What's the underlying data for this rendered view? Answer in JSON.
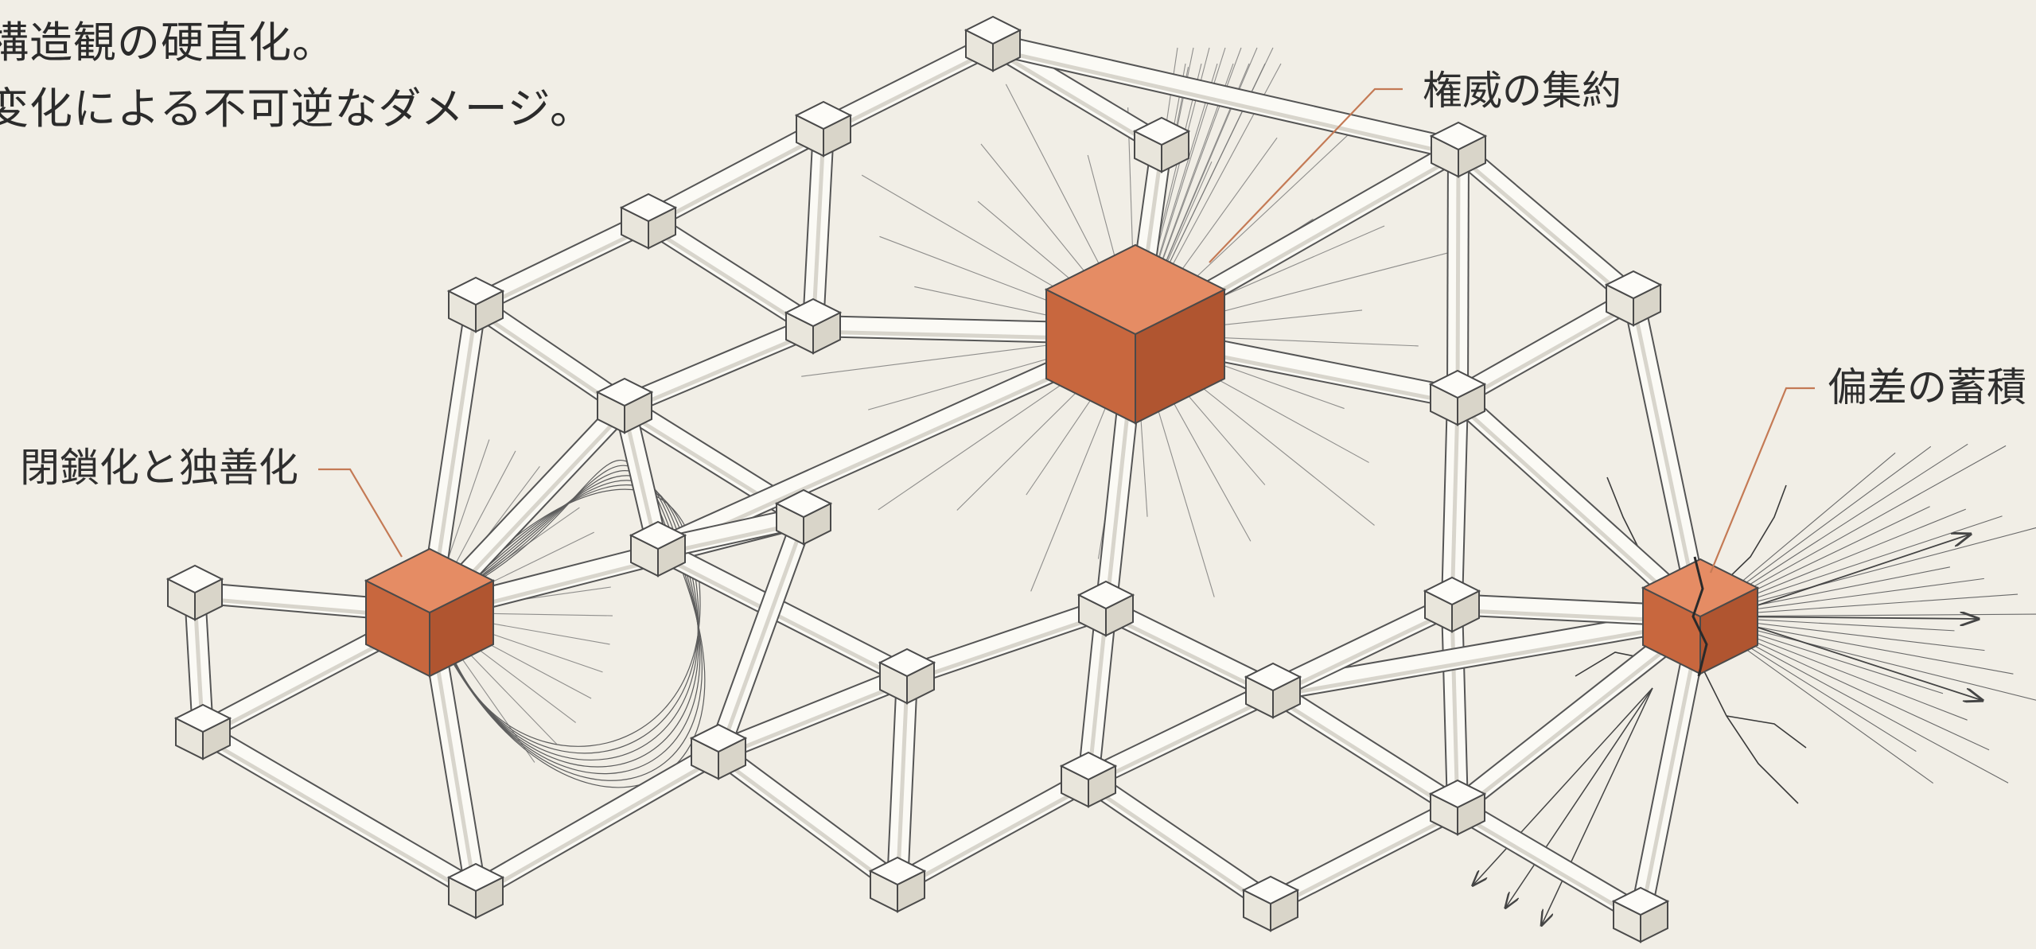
{
  "text_lines": [
    "構造観の硬直化。",
    "変化による不可逆なダメージ。"
  ],
  "callouts": {
    "authority": "権威の集約",
    "closure": "閉鎖化と独善化",
    "deviation": "偏差の蓄積"
  },
  "colors": {
    "background": "#f1eee6",
    "beam": "#fbfaf5",
    "outline": "#555555",
    "hub_top": "#e58c64",
    "hub_left": "#c8673e",
    "hub_right": "#b05530",
    "leader": "#c47a55"
  }
}
